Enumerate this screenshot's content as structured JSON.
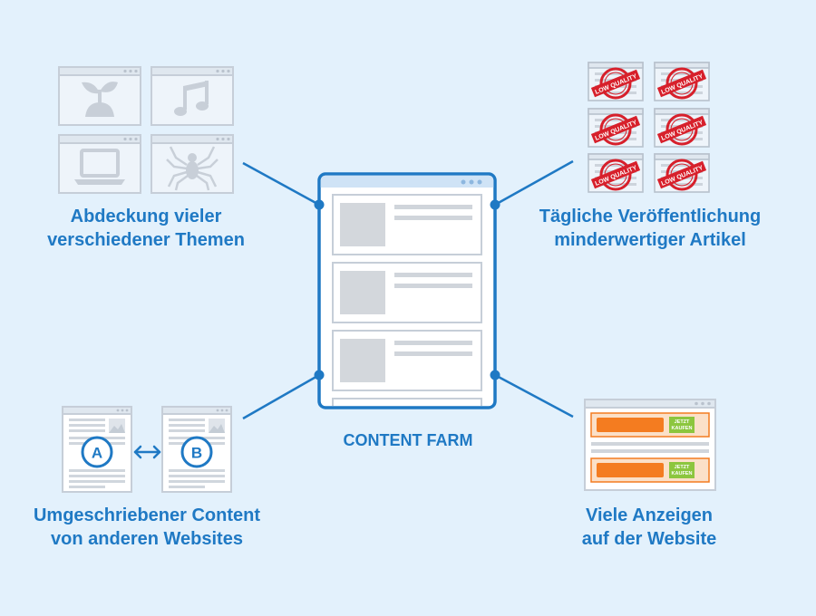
{
  "center": {
    "title": "CONTENT FARM"
  },
  "topics": {
    "line1": "Abdeckung vieler",
    "line2": "verschiedener Themen",
    "tiles": [
      "plant-icon",
      "music-note-icon",
      "laptop-icon",
      "spider-icon"
    ]
  },
  "daily": {
    "line1": "Tägliche Veröffentlichung",
    "line2": "minderwertiger Artikel",
    "stamp_text": "LOW QUALITY",
    "stamp_color": "#d7202b"
  },
  "rewritten": {
    "line1": "Umgeschriebener Content",
    "line2": "von anderen Websites",
    "doc_a": "A",
    "doc_b": "B"
  },
  "ads": {
    "line1": "Viele Anzeigen",
    "line2": "auf der Website",
    "button1_line1": "JETZT",
    "button1_line2": "KAUFEN",
    "button2_line1": "JETZT",
    "button2_line2": "KAUFEN",
    "ad_color": "#f47c20",
    "button_color": "#8cc63e"
  },
  "colors": {
    "accent": "#1f79c4",
    "background": "#e3f1fc",
    "tile": "#c8cfd8"
  }
}
